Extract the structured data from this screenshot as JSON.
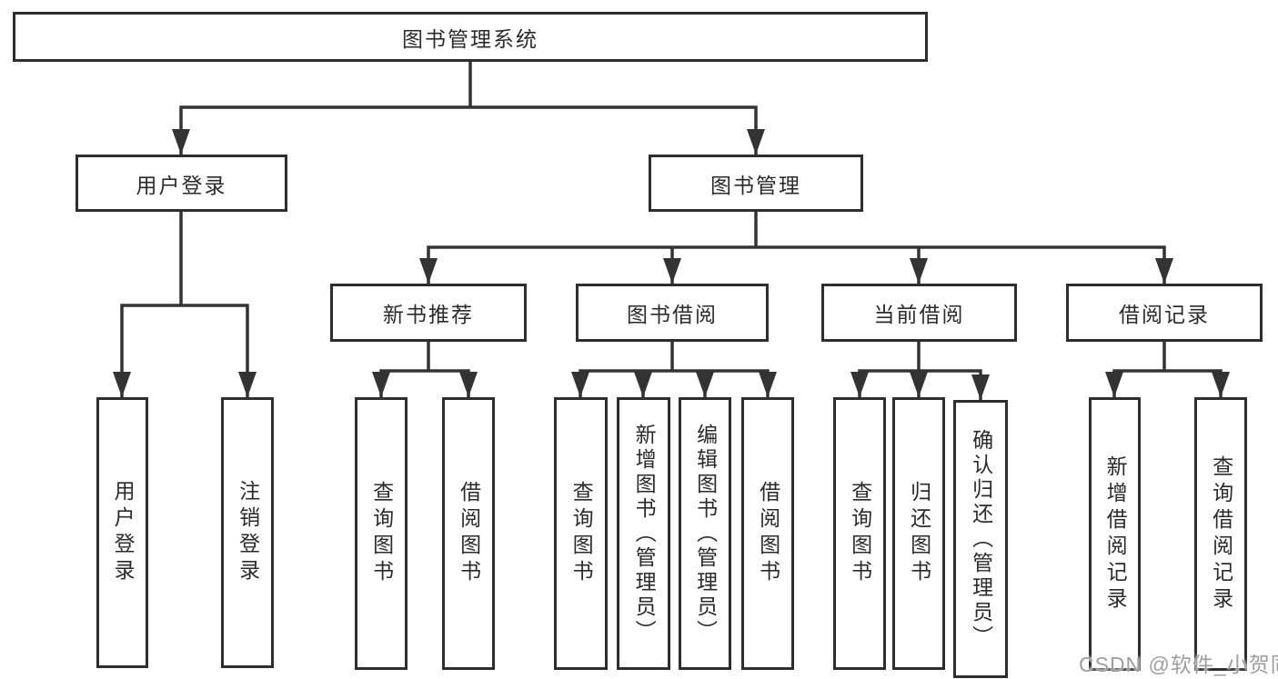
{
  "colors": {
    "line": "#333333",
    "box_border": "#2e2e2e",
    "text": "#2b2b2b",
    "watermark": "#9e9e9e"
  },
  "watermark": "CSDN @软件_小贺同学",
  "tree": {
    "label": "图书管理系统",
    "children": [
      {
        "label": "用户登录",
        "children": [
          {
            "label": "用户登录"
          },
          {
            "label": "注销登录"
          }
        ]
      },
      {
        "label": "图书管理",
        "children": [
          {
            "label": "新书推荐",
            "children": [
              {
                "label": "查询图书"
              },
              {
                "label": "借阅图书"
              }
            ]
          },
          {
            "label": "图书借阅",
            "children": [
              {
                "label": "查询图书"
              },
              {
                "label": "新增图书（管理员）"
              },
              {
                "label": "编辑图书（管理员）"
              },
              {
                "label": "借阅图书"
              }
            ]
          },
          {
            "label": "当前借阅",
            "children": [
              {
                "label": "查询图书"
              },
              {
                "label": "归还图书"
              },
              {
                "label": "确认归还（管理员）"
              }
            ]
          },
          {
            "label": "借阅记录",
            "children": [
              {
                "label": "新增借阅记录"
              },
              {
                "label": "查询借阅记录"
              }
            ]
          }
        ]
      }
    ]
  }
}
